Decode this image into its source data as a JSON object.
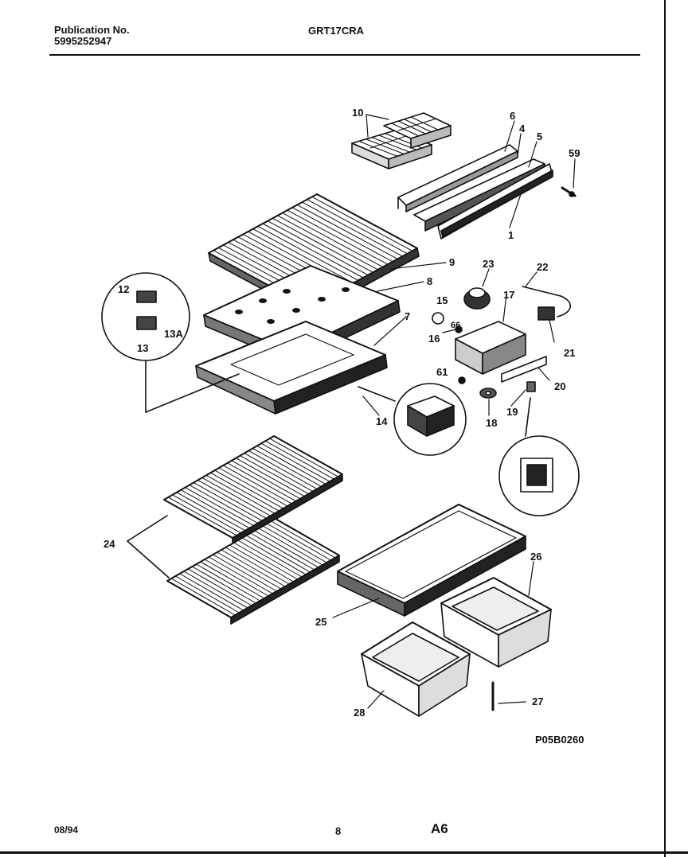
{
  "header": {
    "publication_label": "Publication No.",
    "publication_number": "5995252947",
    "model": "GRT17CRA"
  },
  "callouts": [
    "10",
    "6",
    "4",
    "5",
    "59",
    "1",
    "9",
    "23",
    "22",
    "8",
    "15",
    "17",
    "12",
    "7",
    "66",
    "16",
    "21",
    "13",
    "13A",
    "61",
    "20",
    "14",
    "19",
    "18",
    "24",
    "26",
    "25",
    "28",
    "27"
  ],
  "diagram_code": "P05B0260",
  "footer": {
    "date": "08/94",
    "page": "8",
    "section": "A6"
  }
}
